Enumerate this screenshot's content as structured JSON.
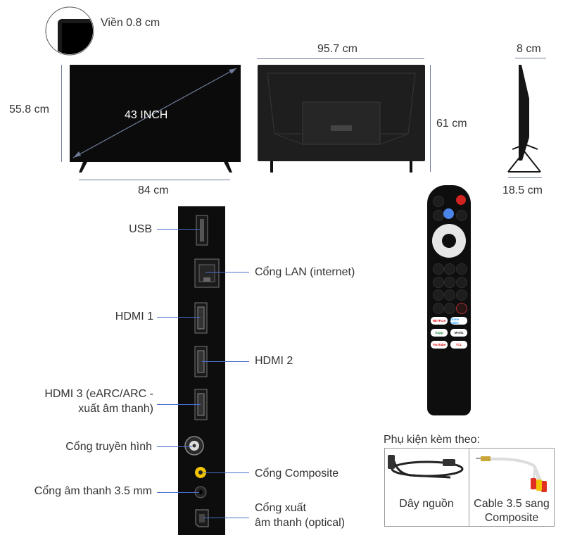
{
  "dimensions": {
    "bezel": "Viền 0.8 cm",
    "front_height": "55.8 cm",
    "front_width": "84 cm",
    "diagonal": "43 INCH",
    "back_width": "95.7 cm",
    "back_height": "61 cm",
    "side_depth": "8 cm",
    "stand_depth": "18.5 cm"
  },
  "ports": {
    "usb": "USB",
    "lan": "Cổng LAN (internet)",
    "hdmi1": "HDMI 1",
    "hdmi2": "HDMI 2",
    "hdmi3_line1": "HDMI 3 (eARC/ARC -",
    "hdmi3_line2": "xuất âm thanh)",
    "antenna": "Cổng truyền hình",
    "composite": "Cổng Composite",
    "audio35": "Cổng âm thanh 3.5 mm",
    "optical_line1": "Cổng xuất",
    "optical_line2": "âm thanh (optical)"
  },
  "remote": {
    "logos": {
      "netflix": "NETFLIX",
      "prime": "prime video",
      "gapp": "Gapp",
      "media": "Media",
      "youtube": "YouTube",
      "tcl": "TCL"
    }
  },
  "accessories": {
    "title": "Phụ kiện kèm theo:",
    "items": [
      {
        "label_line1": "Dây nguồn",
        "label_line2": "",
        "icon": "power-cord-icon"
      },
      {
        "label_line1": "Cable 3.5 sang",
        "label_line2": "Composite",
        "icon": "av-cable-icon"
      }
    ]
  },
  "colors": {
    "line": "#6e7b99",
    "connector_line": "#4a6fd0",
    "composite_yellow": "#f2c400",
    "screen": "#0b0b0b"
  }
}
